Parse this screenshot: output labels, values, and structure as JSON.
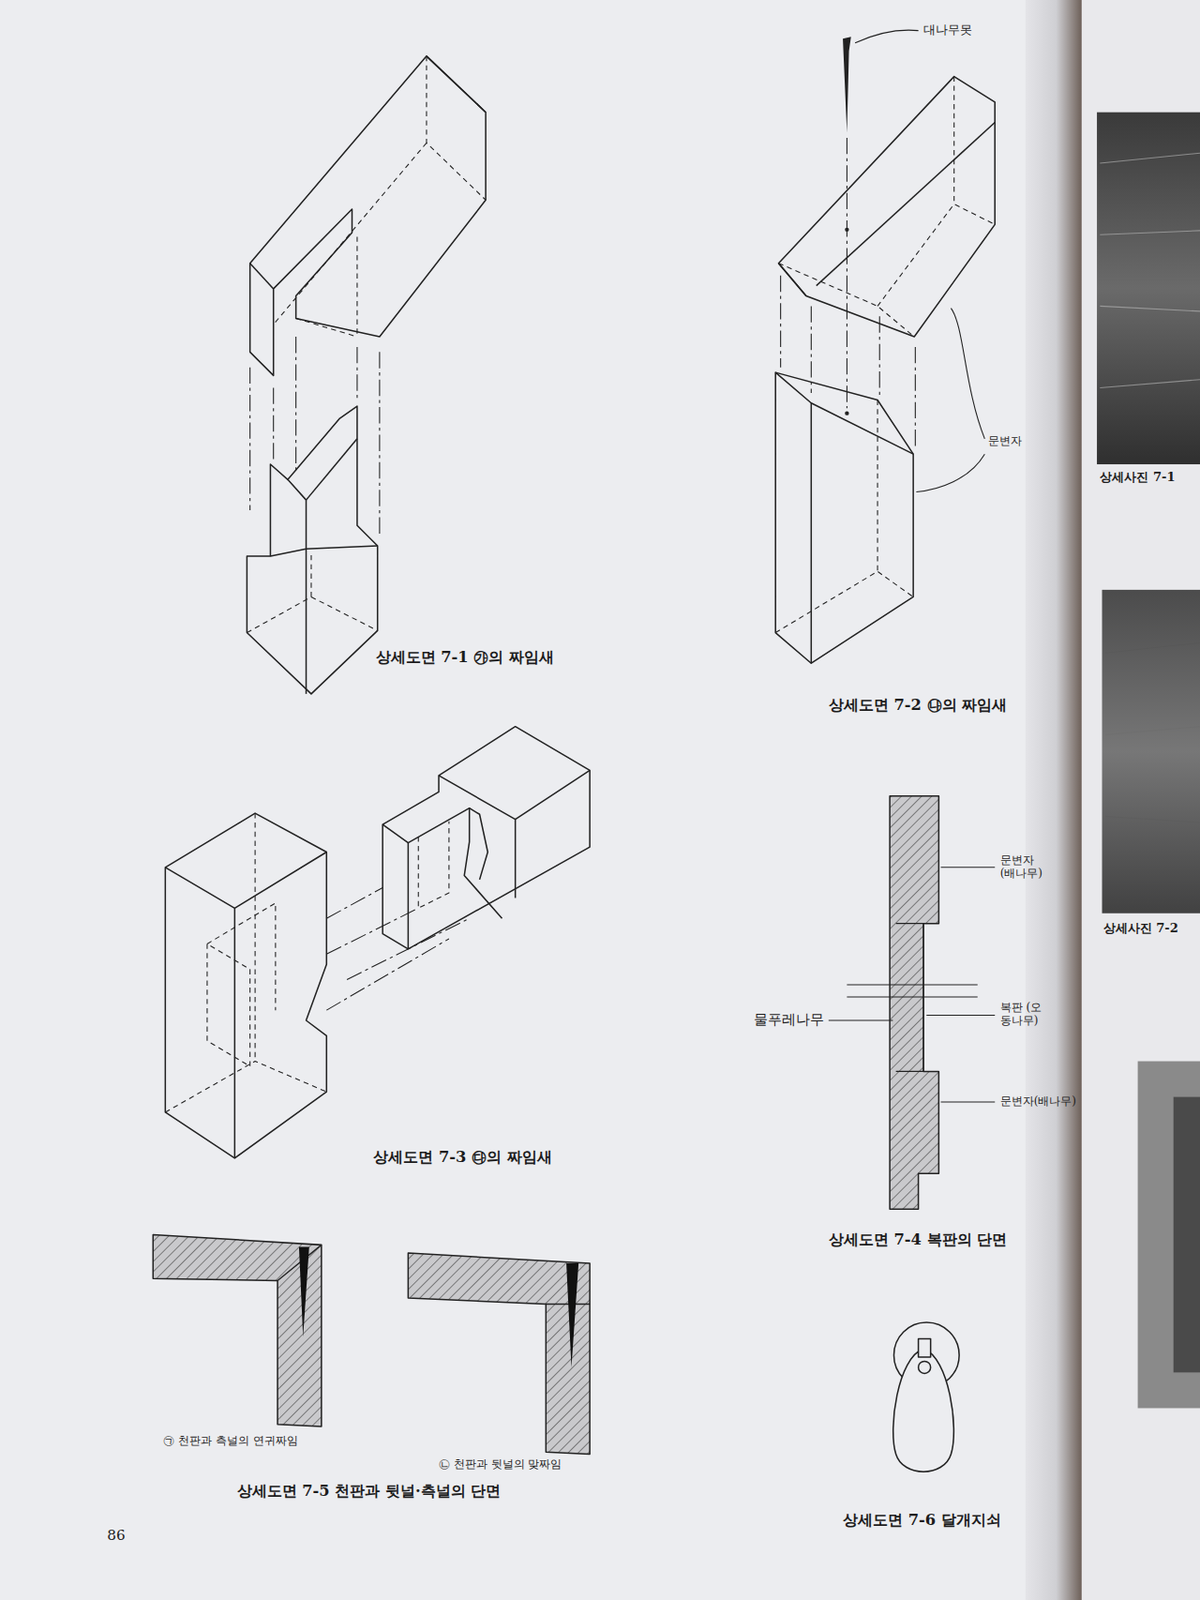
{
  "diagram": {
    "labels": [
      "대나무못",
      "문변자",
      "상세도면 7-1 ㉮의 짜임새",
      "상세사진 7-1",
      "상세도면 7-2 ㉯의 짜임새",
      "상세사진 7-2",
      "문변자 (배나무)",
      "물푸레나무",
      "복판 (오동나무)",
      "문변자(배나무)",
      "상세도면 7-3 ㉰의 짜임새",
      "상세도면 7-4 복판의 단면",
      "㉠ 천판과 측널의 연귀짜임",
      "㉡ 천판과 뒷널의 맞짜임",
      "상세도면 7-5 천판과 뒷널·측널의 단면",
      "상세도면 7-6 달개지쇠",
      "86"
    ]
  }
}
